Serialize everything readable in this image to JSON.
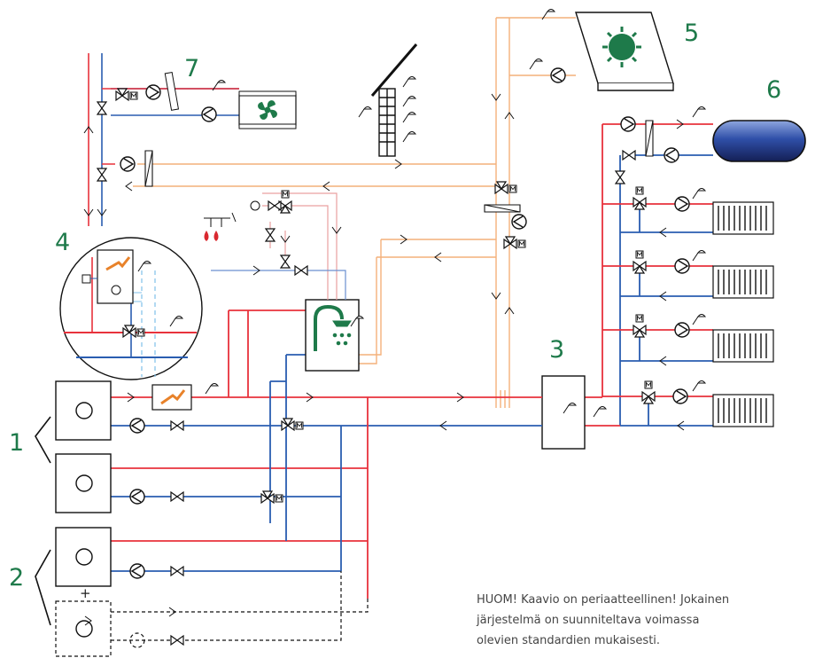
{
  "labels": {
    "n1": "1",
    "n2": "2",
    "n3": "3",
    "n4": "4",
    "n5": "5",
    "n6": "6",
    "n7": "7",
    "plus": "+"
  },
  "note": {
    "line1": "HUOM! Kaavio on periaatteellinen! Jokainen",
    "line2": "järjestelmä on suunniteltava voimassa",
    "line3": "olevien standardien mukaisesti."
  },
  "colors": {
    "supply": "#e8323c",
    "return": "#2a5db0",
    "solar": "#f4b07a",
    "water": "#e9a0a0",
    "accent": "#1e7a4a"
  },
  "symbols": {
    "valve_letter": "M"
  }
}
